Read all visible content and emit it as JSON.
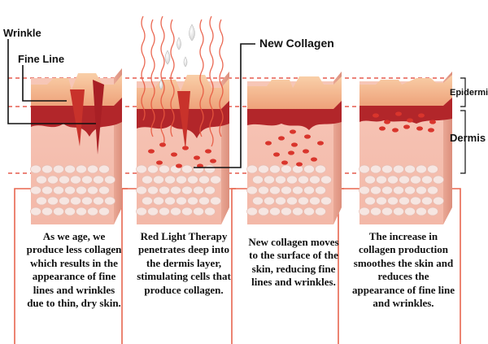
{
  "labels": {
    "wrinkle": "Wrinkle",
    "fine_line": "Fine Line",
    "new_collagen": "New Collagen",
    "epidermis": "Epidermis",
    "dermis": "Dermis"
  },
  "panels": [
    {
      "caption": "As we age, we produce less collagen which results in the appearance of fine lines and wrinkles due to thin, dry skin."
    },
    {
      "caption": "Red Light Therapy penetrates deep into the dermis layer, stimulating cells that produce collagen."
    },
    {
      "caption": "New collagen moves to the surface of the skin, reducing fine lines and wrinkles."
    },
    {
      "caption": "The increase in collagen production smoothes the skin and reduces the appearance of fine line and wrinkles."
    }
  ],
  "colors": {
    "guide_line": "#e03a2a",
    "frame": "#e8664f",
    "light_wave": "#e8573f",
    "epidermis_top": "#f4b38f",
    "dermis_band": "#b2262a",
    "block_side": "#f2c4b5",
    "fat_cells": "#f6e6e2"
  }
}
